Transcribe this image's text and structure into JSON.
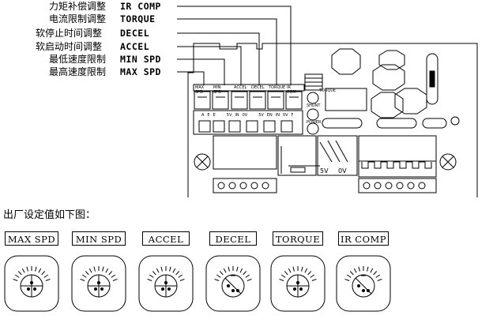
{
  "annotations": [
    {
      "cn": "力矩补偿调整",
      "en": "IR COMP"
    },
    {
      "cn": "电流限制调整",
      "en": "TORQUE"
    },
    {
      "cn": "软停止时间调整",
      "en": "DECEL"
    },
    {
      "cn": "软启动时间调整",
      "en": "ACCEL"
    },
    {
      "cn": "最低速度限制",
      "en": "MIN SPD"
    },
    {
      "cn": "最高速度限制",
      "en": "MAX SPD"
    }
  ],
  "board": {
    "pot_labels": [
      "MAX SPD",
      "MIN SPD",
      "ACCEL",
      "DECEL",
      "TORQUE",
      "IR COM"
    ],
    "jumper_label": "TORQUE",
    "led_labels": [
      "SHUNT",
      "POWER"
    ],
    "terminal_labels": [
      "A",
      "E",
      "E",
      "5V",
      "IN",
      "0V",
      "5V",
      "EN",
      "IN",
      "0V",
      "F"
    ],
    "bottom_labels": [
      "5V",
      "0V"
    ]
  },
  "caption": "出厂设定值如下图：",
  "knobs": [
    {
      "label": "MAX SPD",
      "setting": "upright"
    },
    {
      "label": "MIN SPD",
      "setting": "upright"
    },
    {
      "label": "ACCEL",
      "setting": "upright"
    },
    {
      "label": "DECEL",
      "setting": "rotated"
    },
    {
      "label": "TORQUE",
      "setting": "upright"
    },
    {
      "label": "IR COMP",
      "setting": "rotated"
    }
  ]
}
